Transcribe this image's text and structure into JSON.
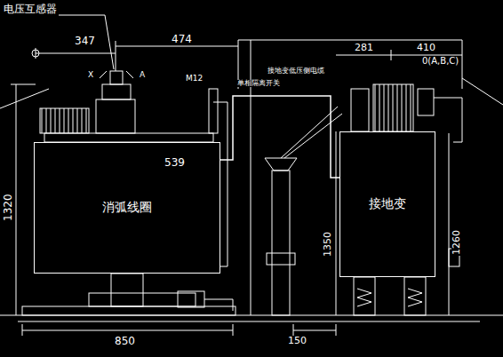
{
  "diagram": {
    "nodes": [
      {
        "text": [
          "消弧线圈"
        ]
      },
      {
        "text": [
          "接地变"
        ]
      }
    ],
    "edges": [
      {
        "from": 0,
        "to": 1,
        "arrow": "none"
      }
    ],
    "labels": [
      "电压互感器",
      "347",
      "474",
      "X",
      "A",
      "M12",
      "单相隔离开关",
      "接地变低压侧电缆",
      "281",
      "410",
      "0(A,B,C)",
      "539",
      "1320",
      "1350",
      "1260",
      "850",
      "150"
    ]
  }
}
